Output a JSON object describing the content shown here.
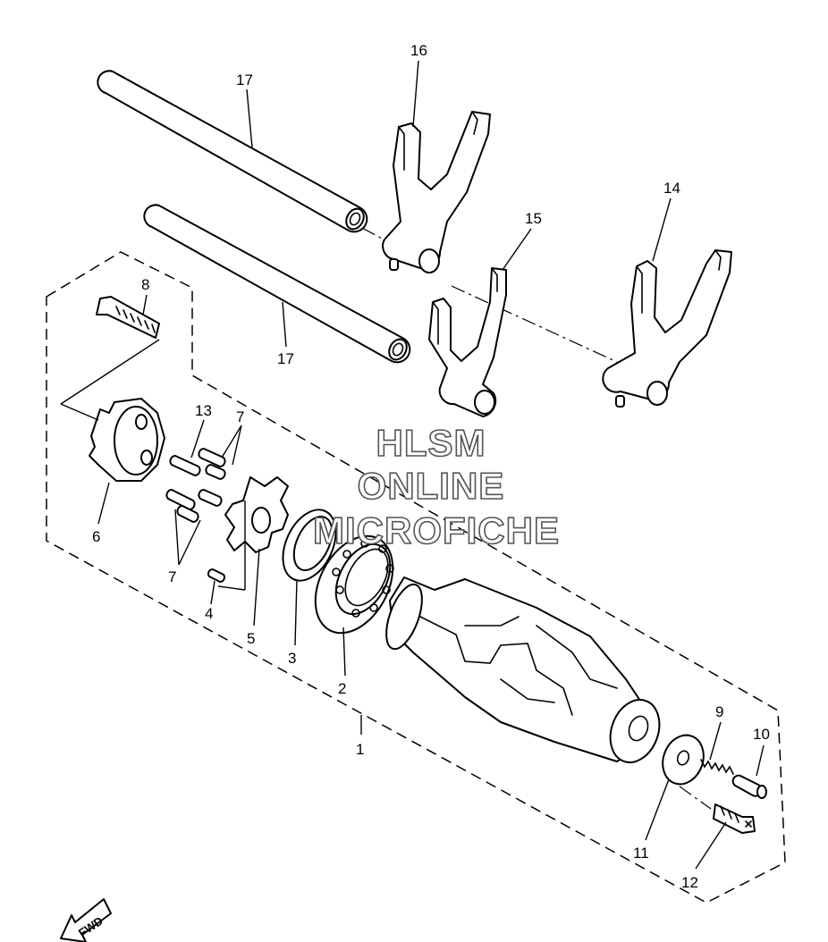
{
  "watermark": {
    "line1": "HLSM",
    "line2": "ONLINE",
    "line3": "MICROFICHE"
  },
  "direction_label": "FWD",
  "callouts": {
    "c1": "1",
    "c2": "2",
    "c3": "3",
    "c4": "4",
    "c5": "5",
    "c6": "6",
    "c7a": "7",
    "c7b": "7",
    "c8": "8",
    "c9": "9",
    "c10": "10",
    "c11": "11",
    "c12": "12",
    "c13": "13",
    "c14": "14",
    "c15": "15",
    "c16": "16",
    "c17a": "17",
    "c17b": "17"
  }
}
